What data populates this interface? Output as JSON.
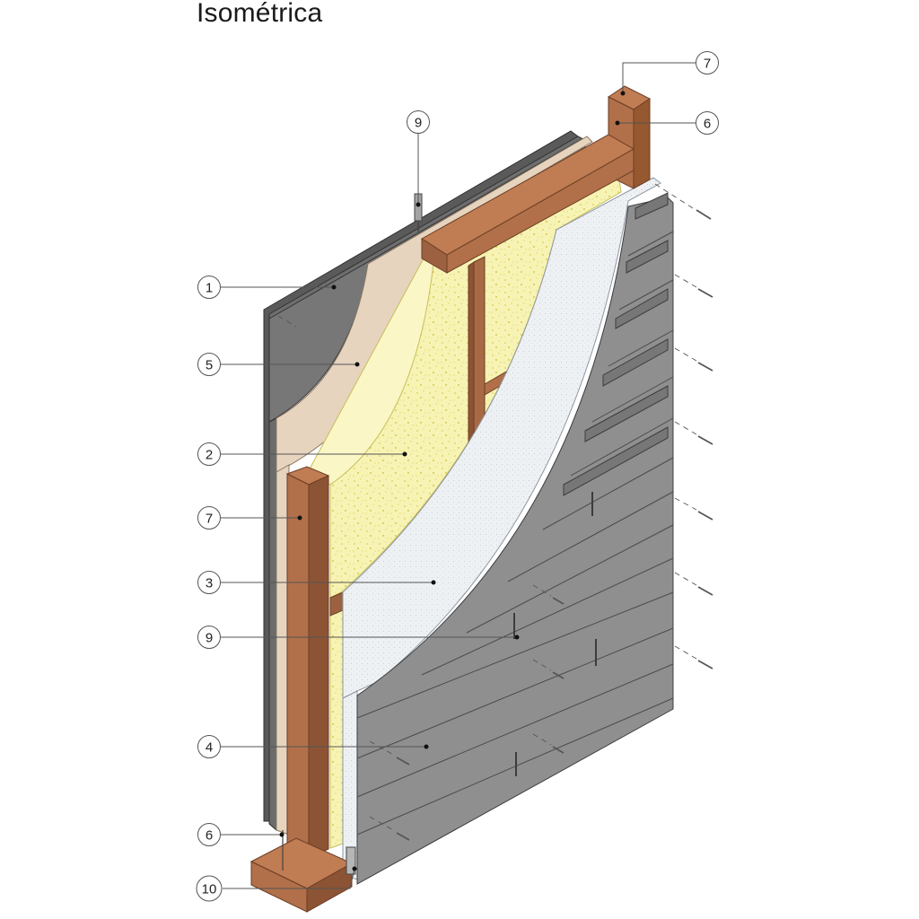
{
  "title": "Isométrica",
  "colors": {
    "gypsum_board": "#6b6b6b",
    "osb_panel": "#e6d4bf",
    "insulation": "#f7f3b4",
    "membrane": "#eef1f4",
    "siding": "#8f8f8f",
    "timber": "#b1704a",
    "leader": "#555555"
  },
  "callouts": [
    {
      "label": "1"
    },
    {
      "label": "5"
    },
    {
      "label": "2"
    },
    {
      "label": "7"
    },
    {
      "label": "3"
    },
    {
      "label": "9"
    },
    {
      "label": "4"
    },
    {
      "label": "6"
    },
    {
      "label": "10"
    },
    {
      "label": "9"
    },
    {
      "label": "7"
    },
    {
      "label": "6"
    }
  ]
}
